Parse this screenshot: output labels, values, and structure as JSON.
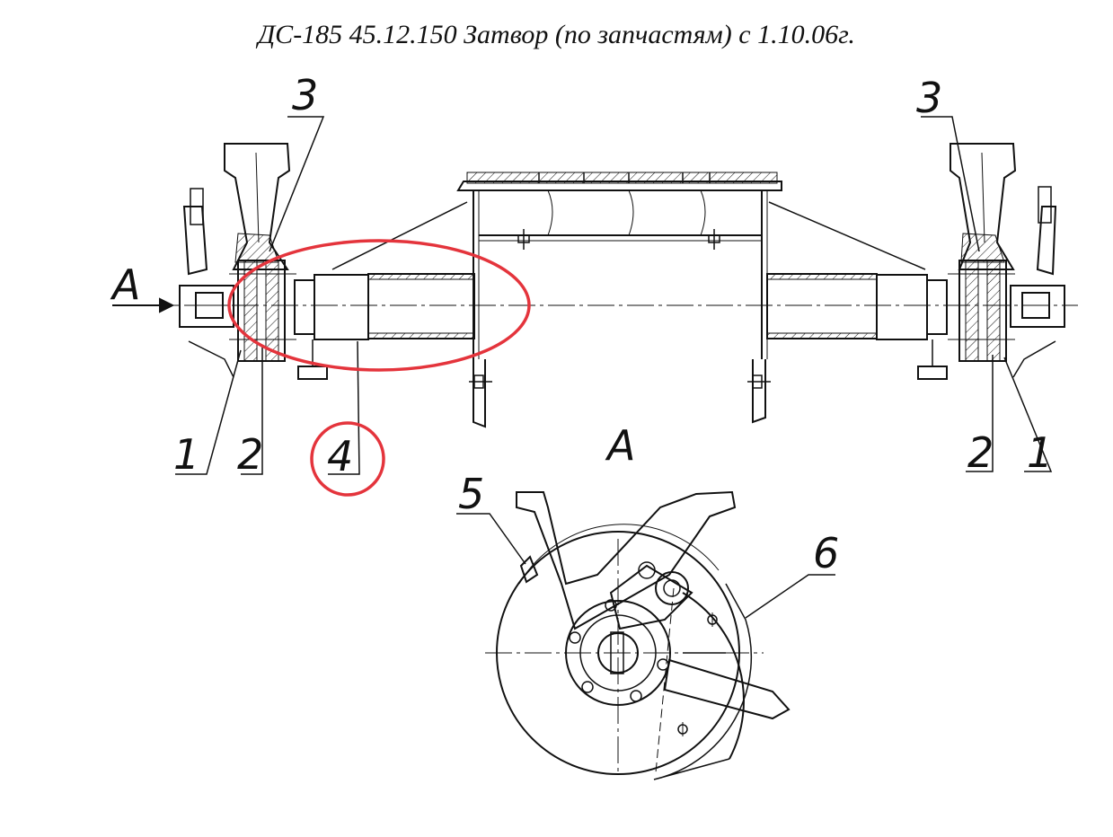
{
  "title": "ДС-185 45.12.150 Затвор (по запчастям) с 1.10.06г.",
  "callouts": {
    "part_1_left": "1",
    "part_2_left": "2",
    "part_3_left": "3",
    "part_4": "4",
    "part_3_right": "3",
    "part_2_right": "2",
    "part_1_right": "1",
    "part_5": "5",
    "part_6": "6",
    "view_arrow": "A",
    "view_label": "A"
  },
  "colors": {
    "line": "#111111",
    "highlight": "#e4343c",
    "background": "#ffffff"
  }
}
